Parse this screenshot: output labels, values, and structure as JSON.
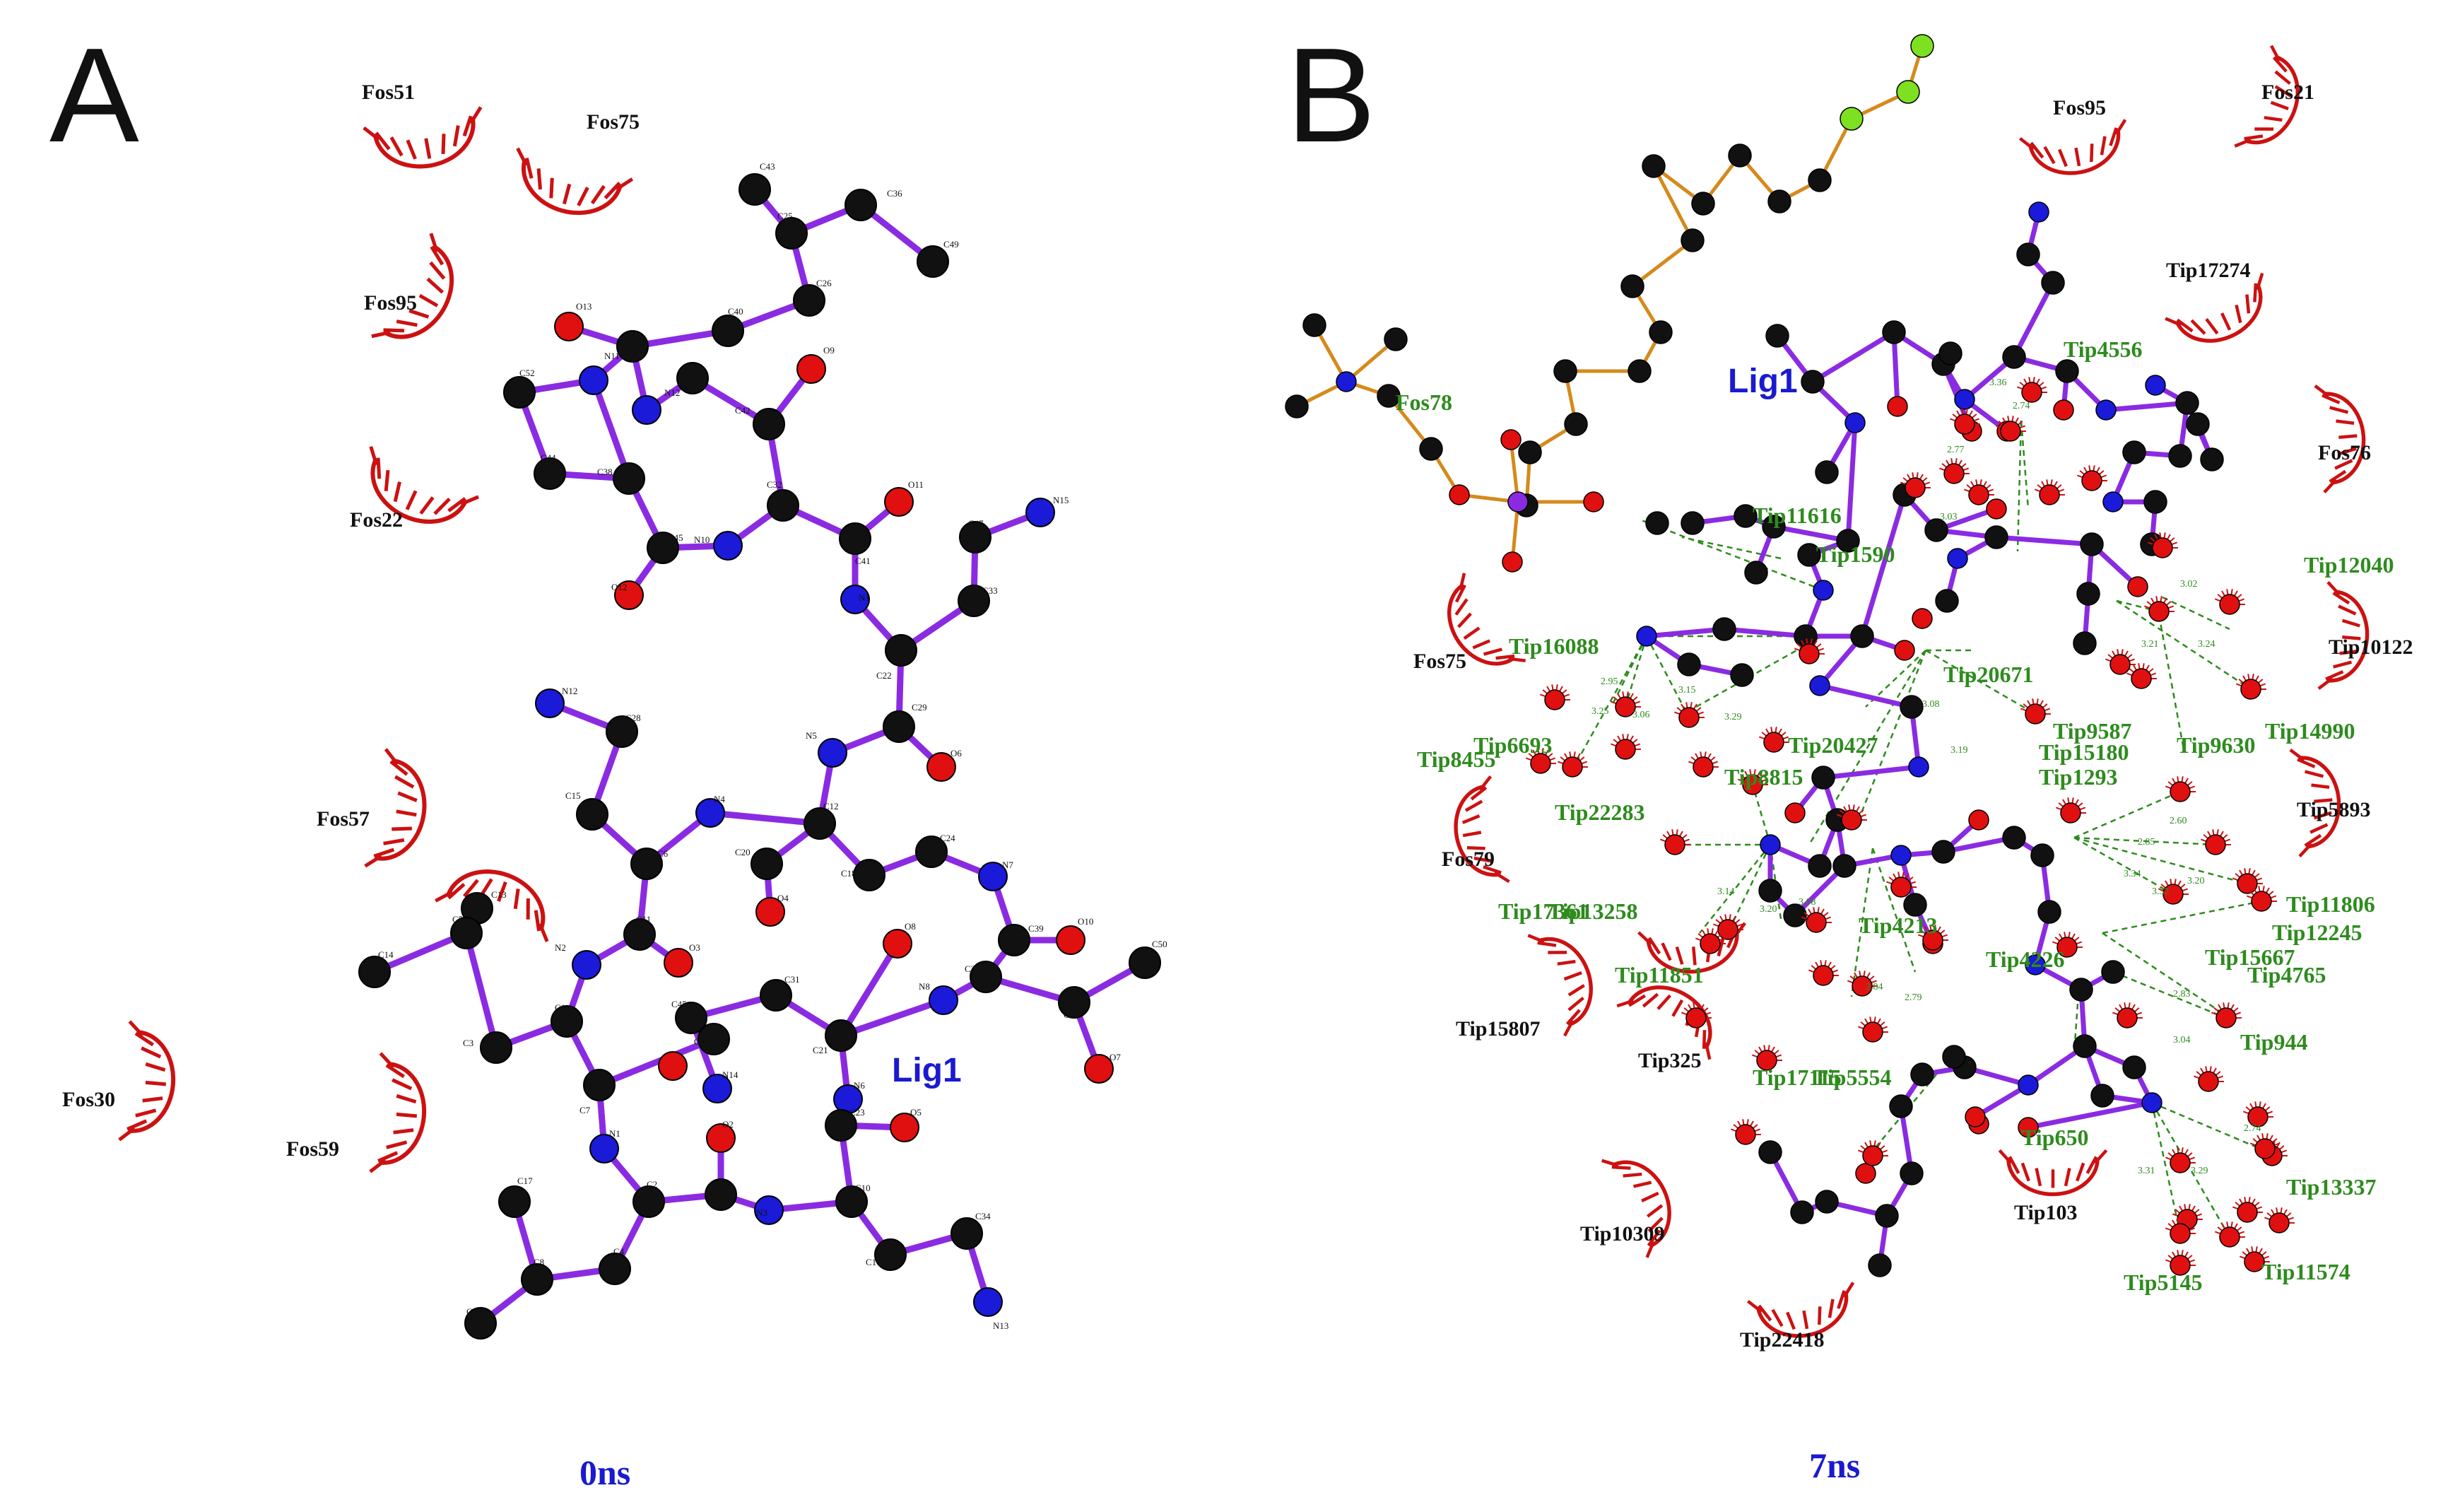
{
  "figure": {
    "panels": [
      {
        "id": "A",
        "letter": "A",
        "time": "0ns",
        "ligand_label": "Lig1",
        "hydrophobic_residues": [
          "Fos51",
          "Fos75",
          "Fos95",
          "Fos22",
          "Fos57",
          "Fos30",
          "Fos59"
        ],
        "atom_labels": [
          "C43",
          "C36",
          "C49",
          "C25",
          "C26",
          "C40",
          "O13",
          "N11",
          "C52",
          "O9",
          "C42",
          "N12",
          "C44",
          "C38",
          "C32",
          "O11",
          "C45",
          "N10",
          "O12",
          "N15",
          "C47",
          "C41",
          "N1",
          "C33",
          "C22",
          "C29",
          "N12",
          "C28",
          "N5",
          "O6",
          "C15",
          "N4",
          "C12",
          "C6",
          "C20",
          "C24",
          "N7",
          "C13",
          "O4",
          "C18",
          "C5",
          "C11",
          "C39",
          "O10",
          "C50",
          "C14",
          "O8",
          "N2",
          "O3",
          "C27",
          "C31",
          "N8",
          "C1",
          "C45",
          "C37",
          "C3",
          "O1",
          "C21",
          "O7",
          "N14",
          "C7",
          "N6",
          "C23",
          "O2",
          "O5",
          "N1",
          "C17",
          "C2",
          "N3",
          "C10",
          "C4",
          "C34",
          "C8",
          "C16",
          "C19",
          "N13"
        ]
      },
      {
        "id": "B",
        "letter": "B",
        "time": "7ns",
        "ligand_label": "Lig1",
        "hydrophobic_residues": [
          "Fos95",
          "Fos21",
          "Tip17274",
          "Fos76",
          "Tip10122",
          "Fos75",
          "Tip5893",
          "Fos79",
          "Tip15807",
          "Tip325",
          "Tip10309",
          "Tip103",
          "Tip22418"
        ],
        "water_labels": [
          "Fos78",
          "Tip4556",
          "Tip11616",
          "Tip1590",
          "Tip12040",
          "Tip16088",
          "Tip20671",
          "Tip6693",
          "Tip20427",
          "Tip9587",
          "Tip15180",
          "Tip9630",
          "Tip14990",
          "Tip8455",
          "Tip8815",
          "Tip1293",
          "Tip22283",
          "Tip11806",
          "Tip17361",
          "Tip13258",
          "Tip12245",
          "Tip4213",
          "Tip15667",
          "Tip11851",
          "Tip4226",
          "Tip4765",
          "Tip944",
          "Tip17115",
          "Tip5554",
          "Tip650",
          "Tip13337",
          "Tip5145",
          "Tip11574"
        ],
        "distances": [
          "3.36",
          "2.74",
          "2.77",
          "3.03",
          "3.02",
          "3.21",
          "3.24",
          "2.95",
          "3.25",
          "3.06",
          "3.15",
          "3.29",
          "3.08",
          "3.19",
          "2.60",
          "2.85",
          "3.20",
          "3.34",
          "3.32",
          "3.14",
          "3.20",
          "3.08",
          "2.84",
          "2.79",
          "2.83",
          "3.04",
          "2.74",
          "3.31",
          "3.29"
        ]
      }
    ],
    "colors": {
      "carbon": "#111111",
      "nitrogen": "#1a1ad8",
      "oxygen": "#e01010",
      "phosphorus": "#8a2be2",
      "chlorine": "#7de021",
      "ligand_bond": "#8a2be2",
      "lipid_bond": "#d48a1c",
      "hydrophobic": "#cc1111",
      "hbond": "#2e8b1e",
      "panel_letter": "#111111",
      "time_label": "#1a1ad0"
    }
  }
}
